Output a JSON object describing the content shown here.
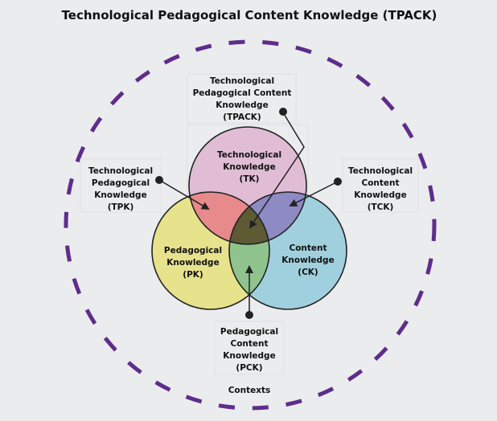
{
  "title": "Technological Pedagogical Content Knowledge (TPACK)",
  "circles": {
    "tk": {
      "lines": [
        "Technological",
        "Knowledge",
        "(TK)"
      ],
      "color": "#e0bdd5"
    },
    "pk": {
      "lines": [
        "Pedagogical",
        "Knowledge",
        "(PK)"
      ],
      "color": "#e7e28c"
    },
    "ck": {
      "lines": [
        "Content",
        "Knowledge",
        "(CK)"
      ],
      "color": "#a0d0dd"
    }
  },
  "overlaps": {
    "tpk_color": "#e68a8c",
    "tck_color": "#8d8ac4",
    "pck_color": "#8fc48e",
    "tpack_color": "#5e5a34"
  },
  "callouts": {
    "tpack": [
      "Technological",
      "Pedagogical Content",
      "Knowledge",
      "(TPACK)"
    ],
    "tpk": [
      "Technological",
      "Pedagogical",
      "Knowledge",
      "(TPK)"
    ],
    "tck": [
      "Technological",
      "Content",
      "Knowledge",
      "(TCK)"
    ],
    "pck": [
      "Pedagogical",
      "Content",
      "Knowledge",
      "(PCK)"
    ]
  },
  "contexts": {
    "label": "Contexts",
    "color": "#5e2d8c"
  }
}
